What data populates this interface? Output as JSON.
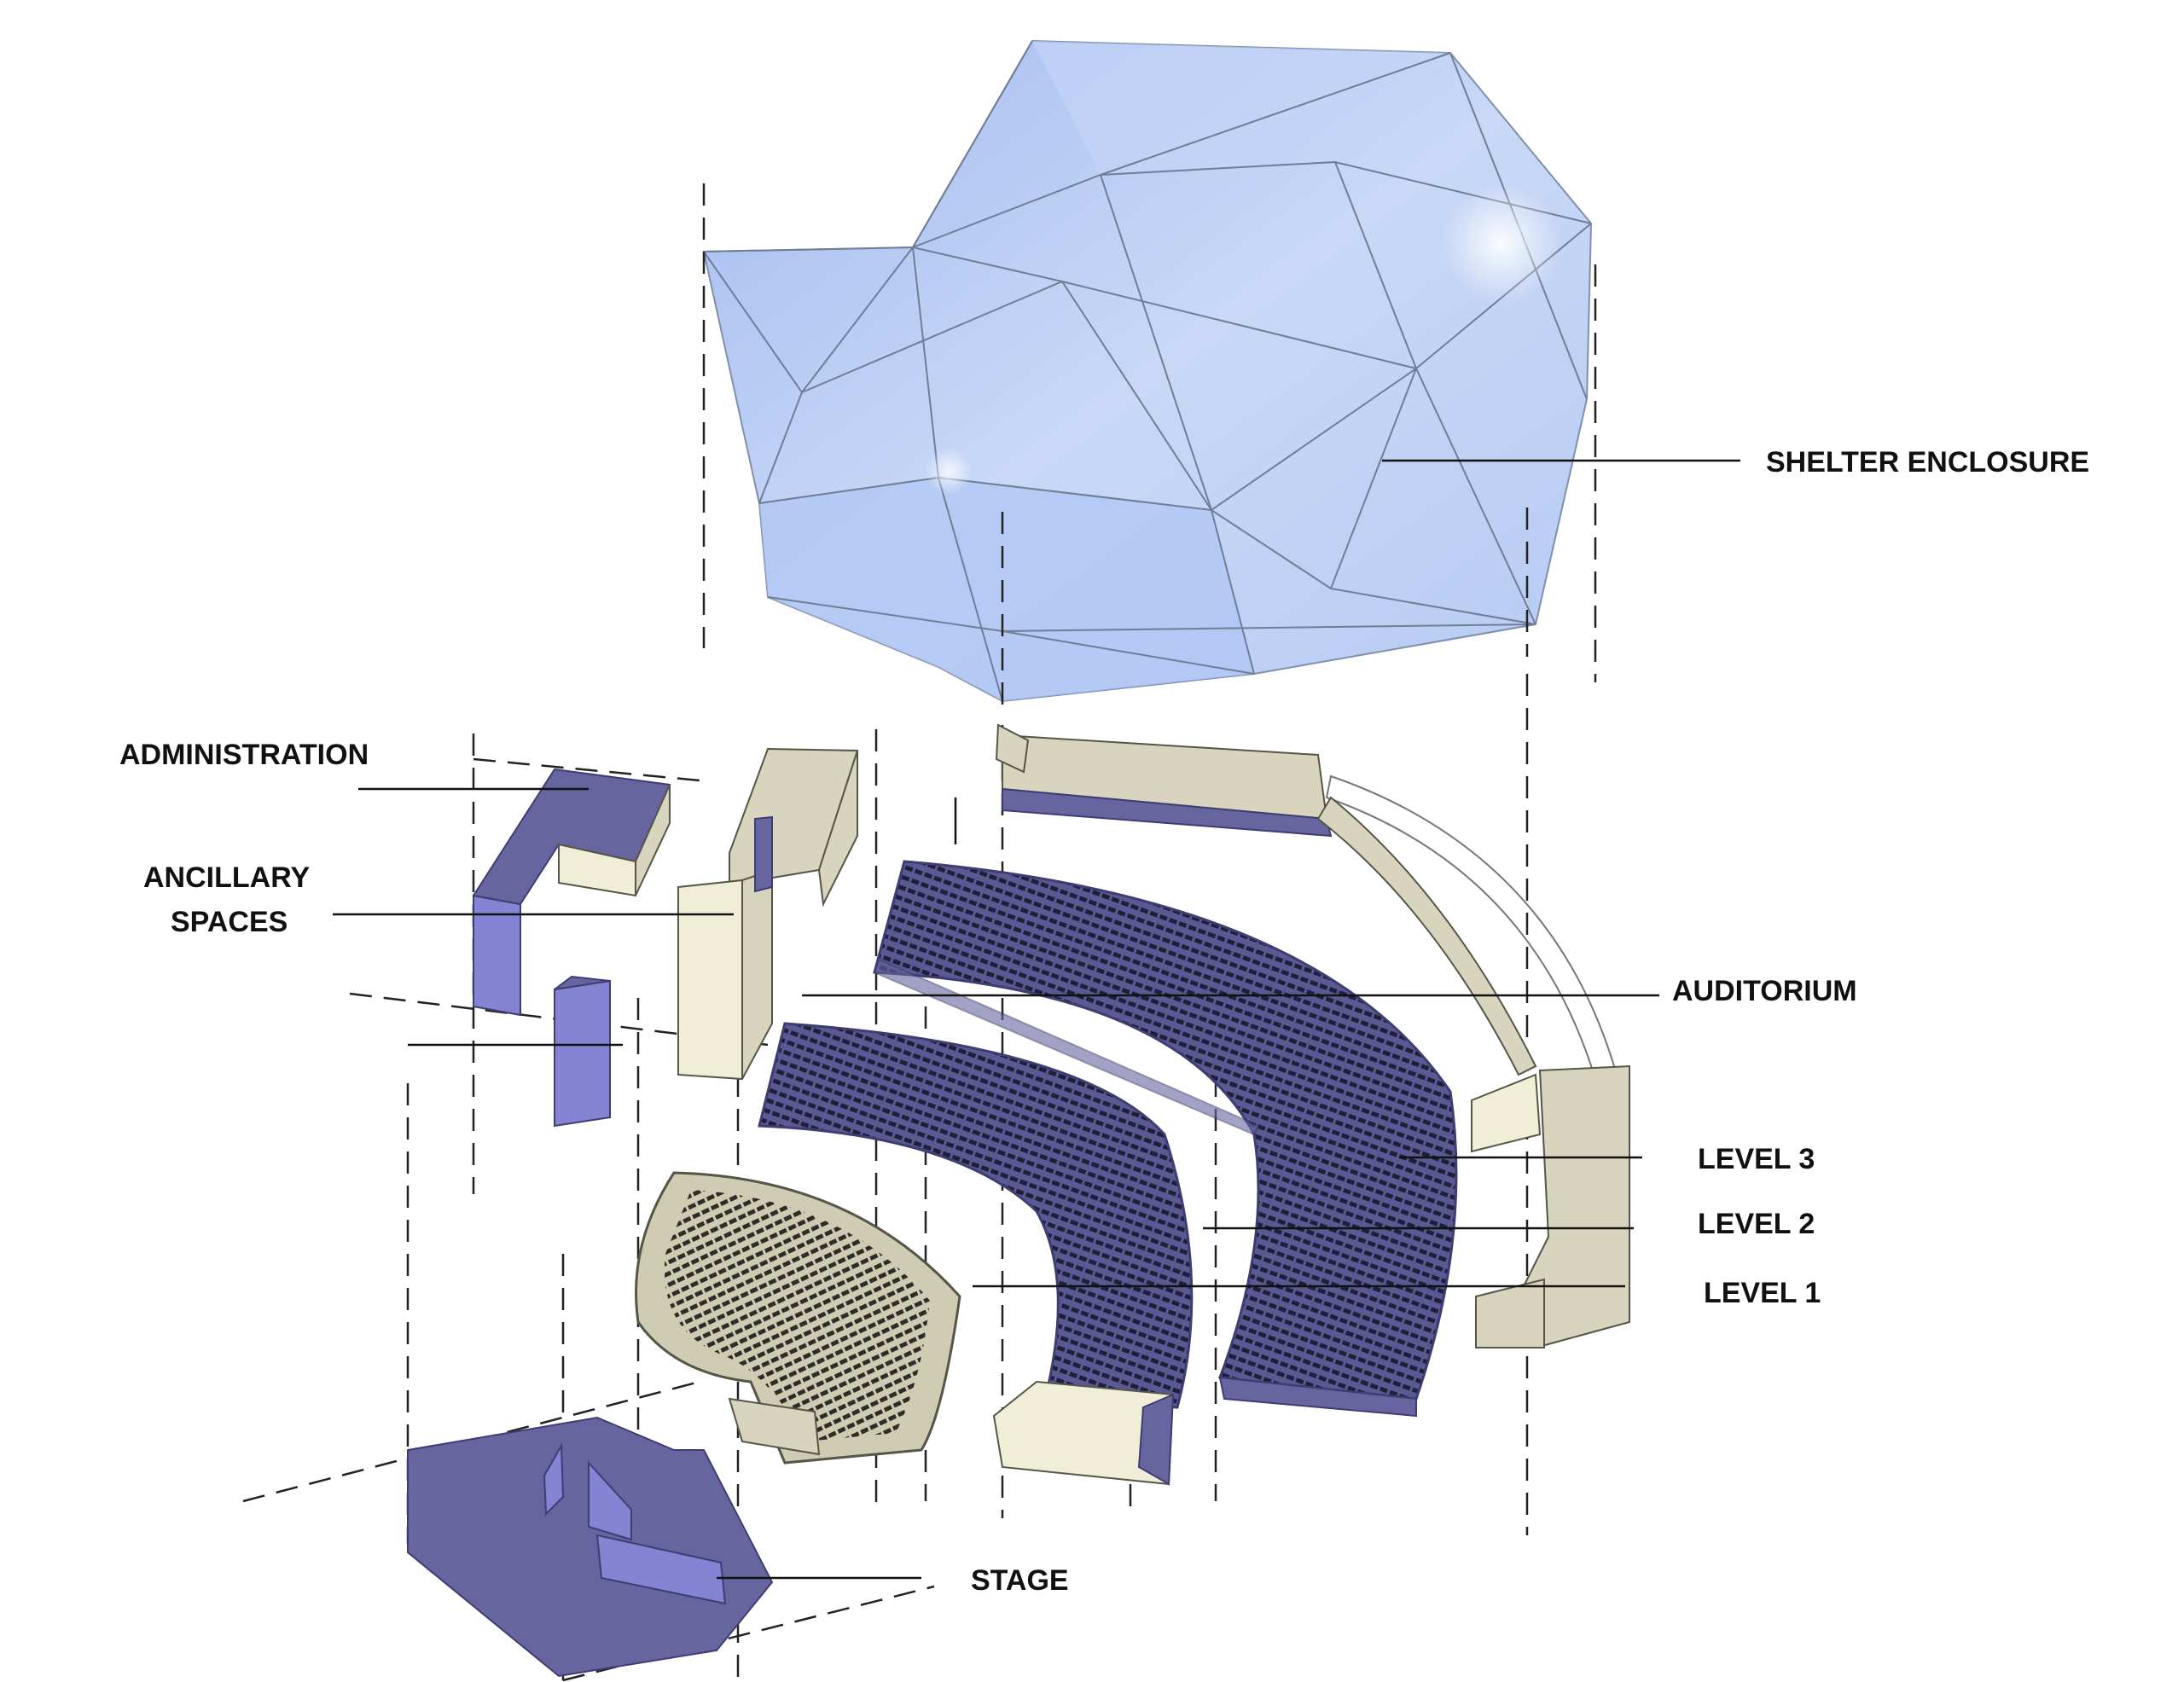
{
  "labels": {
    "shelter": "SHELTER ENCLOSURE",
    "administration": "ADMINISTRATION",
    "ancillary_line1": "ANCILLARY",
    "ancillary_line2": "SPACES",
    "auditorium": "AUDITORIUM",
    "level3": "LEVEL 3",
    "level2": "LEVEL 2",
    "level1": "LEVEL 1",
    "stage": "STAGE"
  },
  "colors": {
    "enclosure_glass": "#a9c2f2",
    "seating_purple": "#66659f",
    "light_purple": "#8583d3",
    "beige": "#d8d4bd",
    "text": "#111111"
  }
}
